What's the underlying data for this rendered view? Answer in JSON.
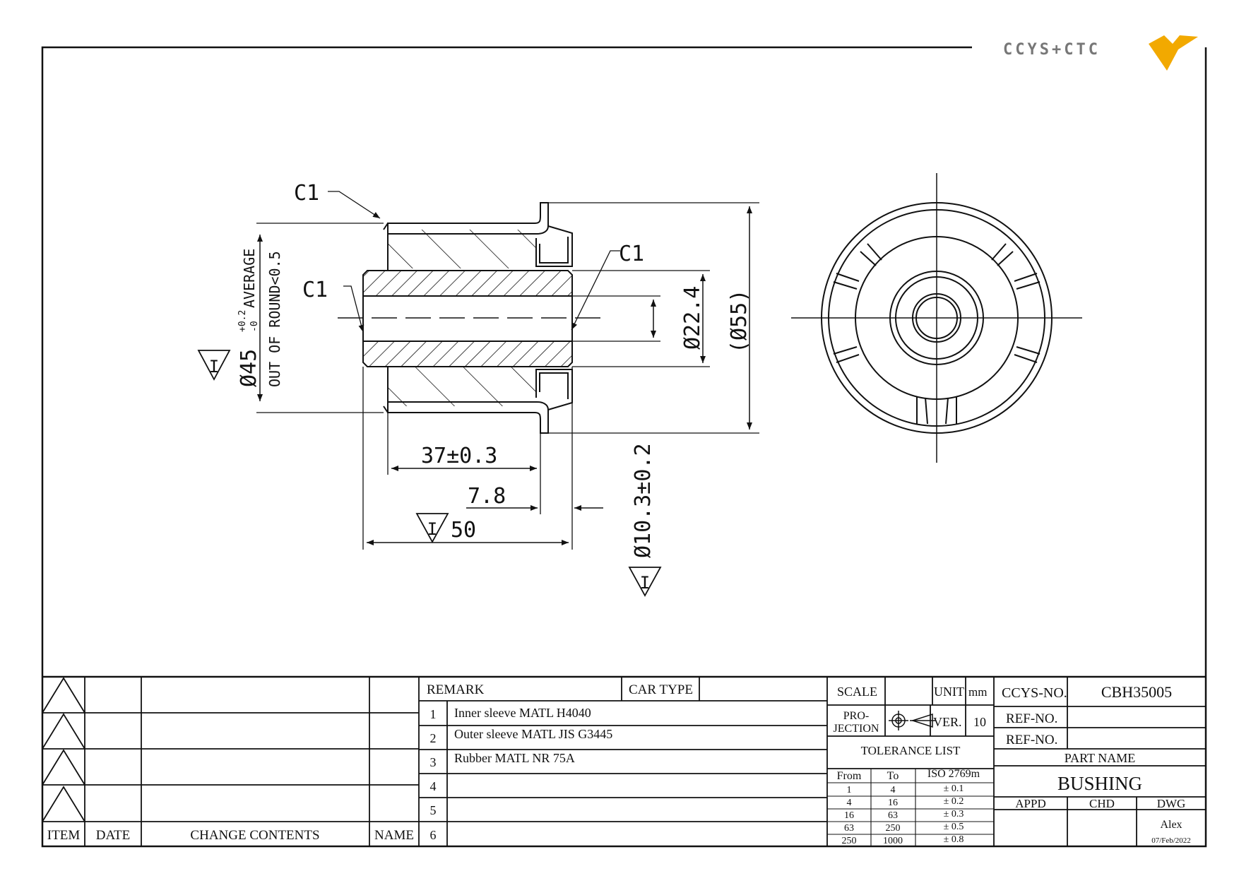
{
  "logo": {
    "text": "CCYS+CTC",
    "accent": "#f2a900"
  },
  "dimensions": {
    "chamfer_label": "C1",
    "outer_diameter": "Ø45",
    "outer_tol_upper": "+0.2",
    "outer_tol_lower": "-0",
    "outer_note1": "AVERAGE",
    "outer_note2": "OUT OF ROUND<0.5",
    "inner_diameter": "Ø22.4",
    "flange_diameter": "(Ø55)",
    "bore_diameter": "Ø10.3±0.2",
    "length_outer": "37±0.3",
    "flange_offset": "7.8",
    "overall_length": "50",
    "datum_symbol": "I"
  },
  "revision_table": {
    "headers": {
      "item": "ITEM",
      "date": "DATE",
      "contents": "CHANGE CONTENTS",
      "name": "NAME"
    }
  },
  "remarks": {
    "header": "REMARK",
    "car_type_label": "CAR TYPE",
    "rows": [
      {
        "no": "1",
        "text": "Inner sleeve MATL H4040"
      },
      {
        "no": "2",
        "text": "Outer sleeve MATL JIS G3445"
      },
      {
        "no": "3",
        "text": "Rubber MATL NR 75A"
      },
      {
        "no": "4",
        "text": ""
      },
      {
        "no": "5",
        "text": ""
      },
      {
        "no": "6",
        "text": ""
      }
    ]
  },
  "scale_block": {
    "scale_label": "SCALE",
    "unit_label": "UNIT",
    "unit_value": "mm",
    "projection_label1": "PRO-",
    "projection_label2": "JECTION",
    "ver_label": "VER.",
    "ver_value": "10"
  },
  "tolerance": {
    "title": "TOLERANCE LIST",
    "headers": {
      "from": "From",
      "to": "To",
      "std": "ISO 2769m"
    },
    "rows": [
      {
        "from": "1",
        "to": "4",
        "tol": "± 0.1"
      },
      {
        "from": "4",
        "to": "16",
        "tol": "± 0.2"
      },
      {
        "from": "16",
        "to": "63",
        "tol": "± 0.3"
      },
      {
        "from": "63",
        "to": "250",
        "tol": "± 0.5"
      },
      {
        "from": "250",
        "to": "1000",
        "tol": "± 0.8"
      }
    ]
  },
  "title_block": {
    "ccys_no_label": "CCYS-NO.",
    "ccys_no": "CBH35005",
    "ref_no_label": "REF-NO.",
    "part_name_label": "PART NAME",
    "part_name": "BUSHING",
    "appd_label": "APPD",
    "chd_label": "CHD",
    "dwg_label": "DWG",
    "drawn_by": "Alex",
    "date": "07/Feb/2022"
  }
}
